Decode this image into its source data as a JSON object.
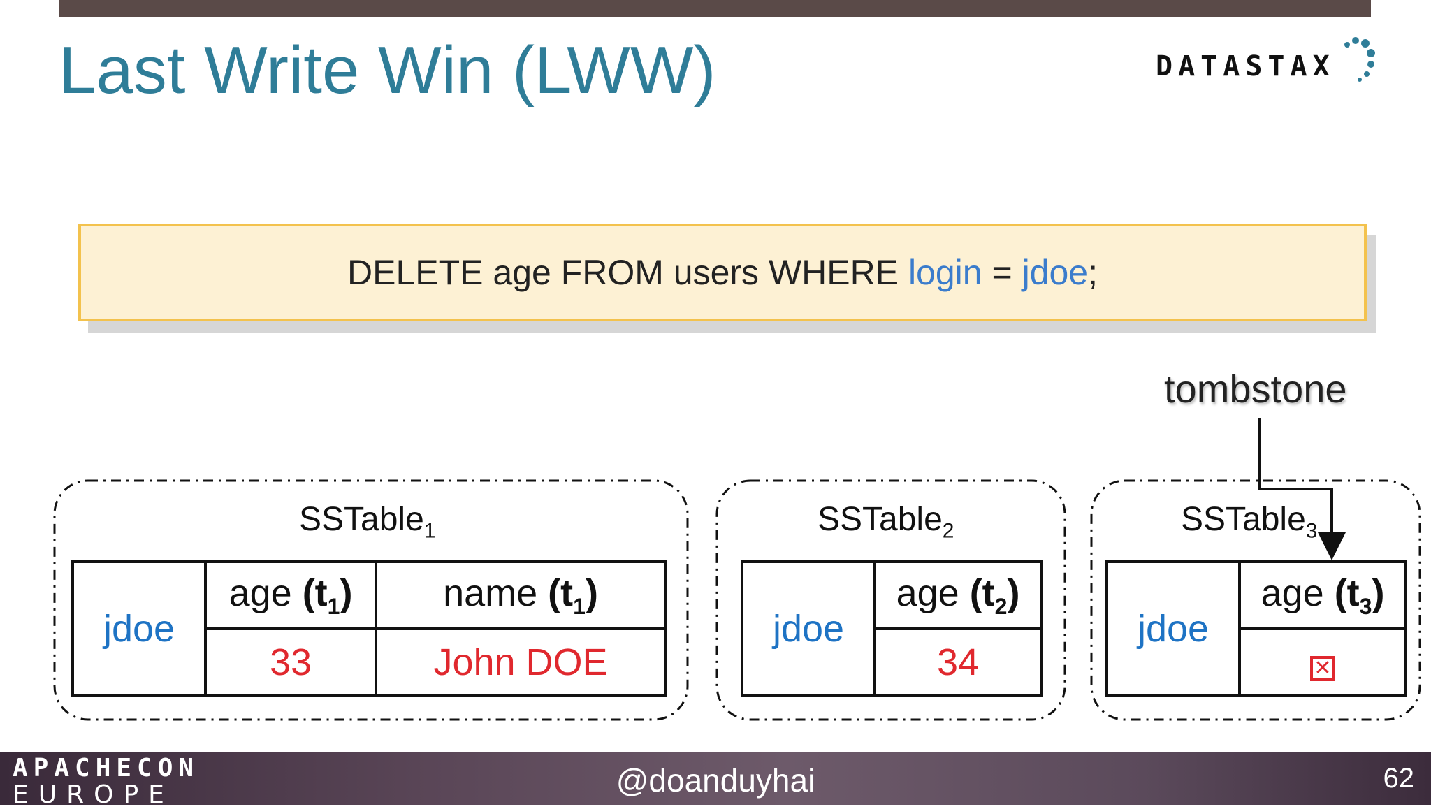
{
  "slide": {
    "title": "Last Write Win (LWW)",
    "logo_text": "DATASTAX",
    "colors": {
      "title": "#2f7d98",
      "key": "#1e73c4",
      "value": "#e0282e",
      "query_bg": "#fdf1d4",
      "query_border": "#f3c24d"
    }
  },
  "query": {
    "part1": "DELETE age FROM users WHERE ",
    "kw1": "login",
    "part2": " = ",
    "kw2": "jdoe",
    "part3": ";"
  },
  "tombstone_label": "tombstone",
  "sstables": [
    {
      "name": "SSTable",
      "sub": "1",
      "key": "jdoe",
      "columns": [
        {
          "name": "age",
          "ts": "1",
          "value": "33"
        },
        {
          "name": "name",
          "ts": "1",
          "value": "John DOE"
        }
      ]
    },
    {
      "name": "SSTable",
      "sub": "2",
      "key": "jdoe",
      "columns": [
        {
          "name": "age",
          "ts": "2",
          "value": "34"
        }
      ]
    },
    {
      "name": "SSTable",
      "sub": "3",
      "key": "jdoe",
      "columns": [
        {
          "name": "age",
          "ts": "3",
          "value": "",
          "icon": "tombstone-x-icon"
        }
      ]
    }
  ],
  "footer": {
    "brand_line1": "APACHECON",
    "brand_line2": "EUROPE",
    "handle": "@doanduyhai",
    "page_number": "62"
  }
}
